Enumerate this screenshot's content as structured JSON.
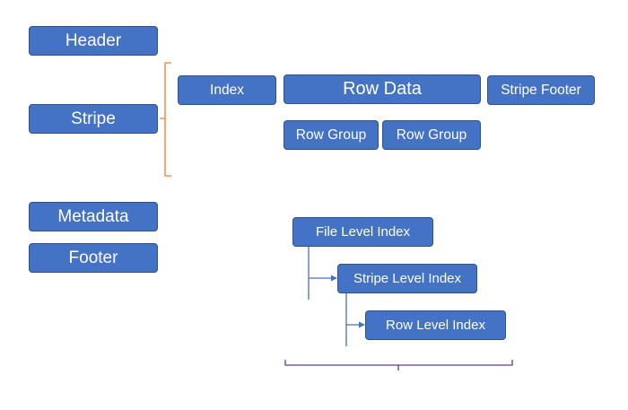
{
  "file_layout": {
    "header": "Header",
    "stripe": "Stripe",
    "metadata": "Metadata",
    "footer": "Footer"
  },
  "stripe_parts": {
    "index": "Index",
    "row_data": "Row Data",
    "stripe_footer": "Stripe Footer",
    "row_group_1": "Row Group",
    "row_group_2": "Row Group"
  },
  "index_hierarchy": {
    "file_level": "File Level Index",
    "stripe_level": "Stripe Level Index",
    "row_level": "Row Level Index"
  },
  "colors": {
    "box_fill": "#4472c4",
    "box_border": "#2f528f",
    "stripe_bracket": "#ed7d31",
    "index_connector": "#4472c4",
    "bottom_bracket": "#7030a0"
  }
}
